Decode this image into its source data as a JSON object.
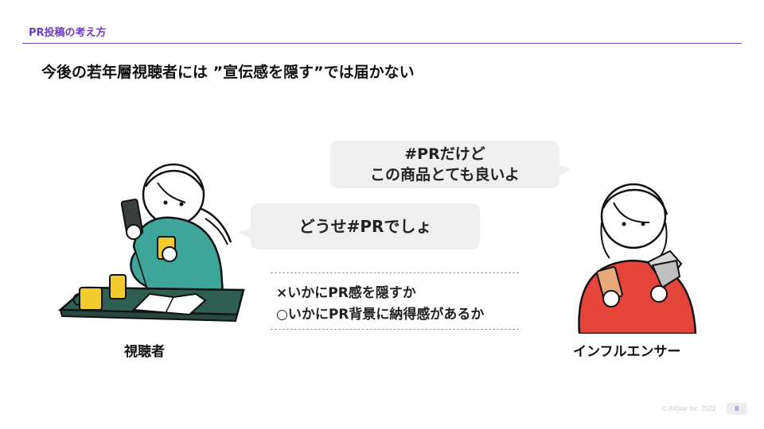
{
  "header": {
    "section_label": "PR投稿の考え方",
    "accent_color": "#6a3fc2"
  },
  "slide": {
    "title": "今後の若年層視聴者には ”宣伝感を隠す”では届かない"
  },
  "bubbles": {
    "influencer": {
      "line1": "#PRだけど",
      "line2": "この商品とても良いよ"
    },
    "viewer": {
      "text": "どうせ#PRでしょ"
    }
  },
  "points": {
    "bad": "×いかにPR感を隠すか",
    "good": "○いかにPR背景に納得感があるか"
  },
  "captions": {
    "viewer": "視聴者",
    "influencer": "インフルエンサー"
  },
  "illustration_colors": {
    "viewer_sweater": "#3ea59b",
    "influencer_sweater": "#e5443a",
    "mug": "#f1cc2c",
    "table": "#2f5e53"
  },
  "footer": {
    "copyright": "© BitStar Inc. 2022",
    "page_number": "8"
  }
}
